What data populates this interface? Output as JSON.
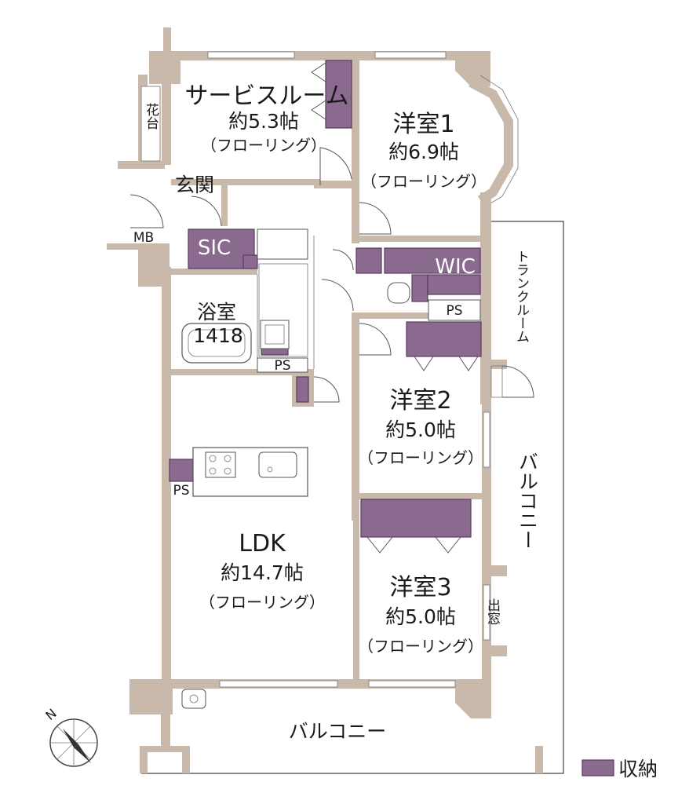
{
  "rooms": {
    "service_room": {
      "name": "サービスルーム",
      "size": "約5.3帖",
      "floor": "（フローリング）"
    },
    "western1": {
      "name": "洋室1",
      "size": "約6.9帖",
      "floor": "（フローリング）"
    },
    "western2": {
      "name": "洋室2",
      "size": "約5.0帖",
      "floor": "（フローリング）"
    },
    "western3": {
      "name": "洋室3",
      "size": "約5.0帖",
      "floor": "（フローリング）"
    },
    "ldk": {
      "name": "LDK",
      "size": "約14.7帖",
      "floor": "（フローリング）"
    },
    "bath": {
      "name": "浴室",
      "size": "1418"
    },
    "entrance": {
      "name": "玄関"
    }
  },
  "labels": {
    "sic": "SIC",
    "wic": "WIC",
    "ps1": "PS",
    "ps2": "PS",
    "ps3": "PS",
    "mb": "MB",
    "flower_bed": "花台",
    "trunk_room": "トランクルーム",
    "balcony_east": "バルコニー",
    "balcony_south": "バルコニー",
    "bay_window": "出窓",
    "north": "N"
  },
  "legend": {
    "label": "収納",
    "color": "#8a6a8e"
  },
  "colors": {
    "wall": "#c8b9ab",
    "storage": "#8a6a8e",
    "text": "#1a1a1a"
  }
}
